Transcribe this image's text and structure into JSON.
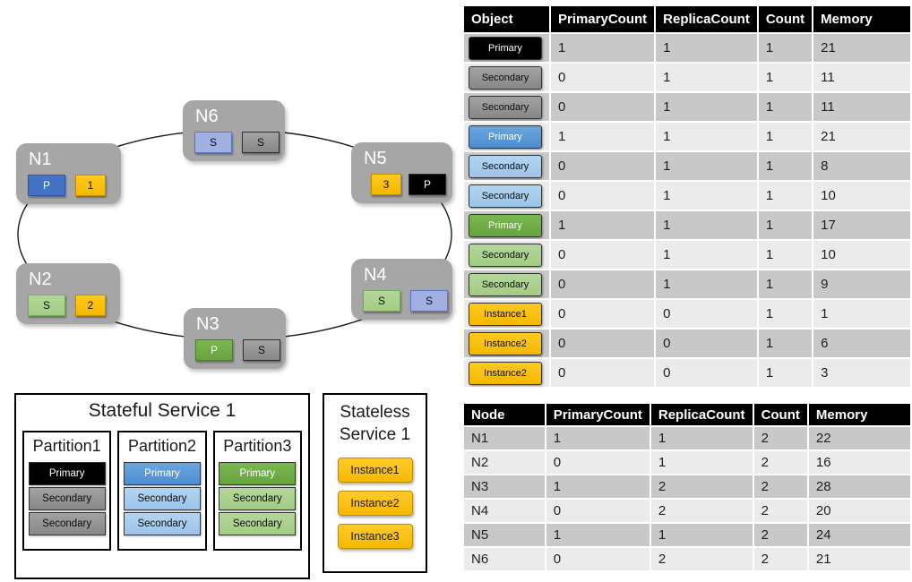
{
  "diagram": {
    "nodes": [
      {
        "id": "N1",
        "label": "N1",
        "chips": [
          {
            "text": "P",
            "style": "primary-blue-dark"
          },
          {
            "text": "1",
            "style": "instance"
          }
        ]
      },
      {
        "id": "N2",
        "label": "N2",
        "chips": [
          {
            "text": "S",
            "style": "secondary-green"
          },
          {
            "text": "2",
            "style": "instance"
          }
        ]
      },
      {
        "id": "N3",
        "label": "N3",
        "chips": [
          {
            "text": "P",
            "style": "primary-green"
          },
          {
            "text": "S",
            "style": "secondary-gray"
          }
        ]
      },
      {
        "id": "N4",
        "label": "N4",
        "chips": [
          {
            "text": "S",
            "style": "secondary-green"
          },
          {
            "text": "S",
            "style": "secondary-blue-node"
          }
        ]
      },
      {
        "id": "N5",
        "label": "N5",
        "chips": [
          {
            "text": "3",
            "style": "instance"
          },
          {
            "text": "P",
            "style": "primary-black"
          }
        ]
      },
      {
        "id": "N6",
        "label": "N6",
        "chips": [
          {
            "text": "S",
            "style": "secondary-blue-node"
          },
          {
            "text": "S",
            "style": "secondary-gray"
          }
        ]
      }
    ]
  },
  "services": {
    "stateful": {
      "title": "Stateful Service 1",
      "partitions": [
        {
          "title": "Partition1",
          "items": [
            {
              "text": "Primary",
              "style": "primary-black"
            },
            {
              "text": "Secondary",
              "style": "secondary-gray"
            },
            {
              "text": "Secondary",
              "style": "secondary-gray"
            }
          ]
        },
        {
          "title": "Partition2",
          "items": [
            {
              "text": "Primary",
              "style": "primary-blue"
            },
            {
              "text": "Secondary",
              "style": "secondary-blue"
            },
            {
              "text": "Secondary",
              "style": "secondary-blue"
            }
          ]
        },
        {
          "title": "Partition3",
          "items": [
            {
              "text": "Primary",
              "style": "primary-green"
            },
            {
              "text": "Secondary",
              "style": "secondary-green"
            },
            {
              "text": "Secondary",
              "style": "secondary-green"
            }
          ]
        }
      ]
    },
    "stateless": {
      "title": "Stateless Service 1",
      "instances": [
        "Instance1",
        "Instance2",
        "Instance3"
      ]
    }
  },
  "object_table": {
    "headers": [
      "Object",
      "PrimaryCount",
      "ReplicaCount",
      "Count",
      "Memory"
    ],
    "rows": [
      {
        "label": "Primary",
        "style": "primary-black",
        "values": [
          "1",
          "1",
          "1",
          "21"
        ]
      },
      {
        "label": "Secondary",
        "style": "secondary-gray",
        "values": [
          "0",
          "1",
          "1",
          "11"
        ]
      },
      {
        "label": "Secondary",
        "style": "secondary-gray",
        "values": [
          "0",
          "1",
          "1",
          "11"
        ]
      },
      {
        "label": "Primary",
        "style": "primary-blue",
        "values": [
          "1",
          "1",
          "1",
          "21"
        ]
      },
      {
        "label": "Secondary",
        "style": "secondary-blue",
        "values": [
          "0",
          "1",
          "1",
          "8"
        ]
      },
      {
        "label": "Secondary",
        "style": "secondary-blue",
        "values": [
          "0",
          "1",
          "1",
          "10"
        ]
      },
      {
        "label": "Primary",
        "style": "primary-green",
        "values": [
          "1",
          "1",
          "1",
          "17"
        ]
      },
      {
        "label": "Secondary",
        "style": "secondary-green",
        "values": [
          "0",
          "1",
          "1",
          "10"
        ]
      },
      {
        "label": "Secondary",
        "style": "secondary-green",
        "values": [
          "0",
          "1",
          "1",
          "9"
        ]
      },
      {
        "label": "Instance1",
        "style": "instance",
        "values": [
          "0",
          "0",
          "1",
          "1"
        ]
      },
      {
        "label": "Instance2",
        "style": "instance",
        "values": [
          "0",
          "0",
          "1",
          "6"
        ]
      },
      {
        "label": "Instance2",
        "style": "instance",
        "values": [
          "0",
          "0",
          "1",
          "3"
        ]
      }
    ]
  },
  "node_table": {
    "headers": [
      "Node",
      "PrimaryCount",
      "ReplicaCount",
      "Count",
      "Memory"
    ],
    "rows": [
      {
        "label": "N1",
        "values": [
          "1",
          "1",
          "2",
          "22"
        ]
      },
      {
        "label": "N2",
        "values": [
          "0",
          "1",
          "2",
          "16"
        ]
      },
      {
        "label": "N3",
        "values": [
          "1",
          "2",
          "2",
          "28"
        ]
      },
      {
        "label": "N4",
        "values": [
          "0",
          "2",
          "2",
          "20"
        ]
      },
      {
        "label": "N5",
        "values": [
          "1",
          "1",
          "2",
          "24"
        ]
      },
      {
        "label": "N6",
        "values": [
          "0",
          "2",
          "2",
          "21"
        ]
      }
    ]
  },
  "colors": {
    "primary_black": "#000000",
    "primary_blue": "#5B9BD5",
    "primary_blue_dark": "#4472C4",
    "primary_green": "#70AD47",
    "secondary_gray": "#8C8C8C",
    "secondary_blue": "#9DC3E6",
    "secondary_blue_node": "#A0B0E2",
    "secondary_green": "#A9D18E",
    "instance_yellow": "#FFC000",
    "node_gray": "#A6A6A6",
    "row_dark": "#C8C8C8",
    "row_light": "#EBEBEB",
    "header_black": "#000000"
  }
}
